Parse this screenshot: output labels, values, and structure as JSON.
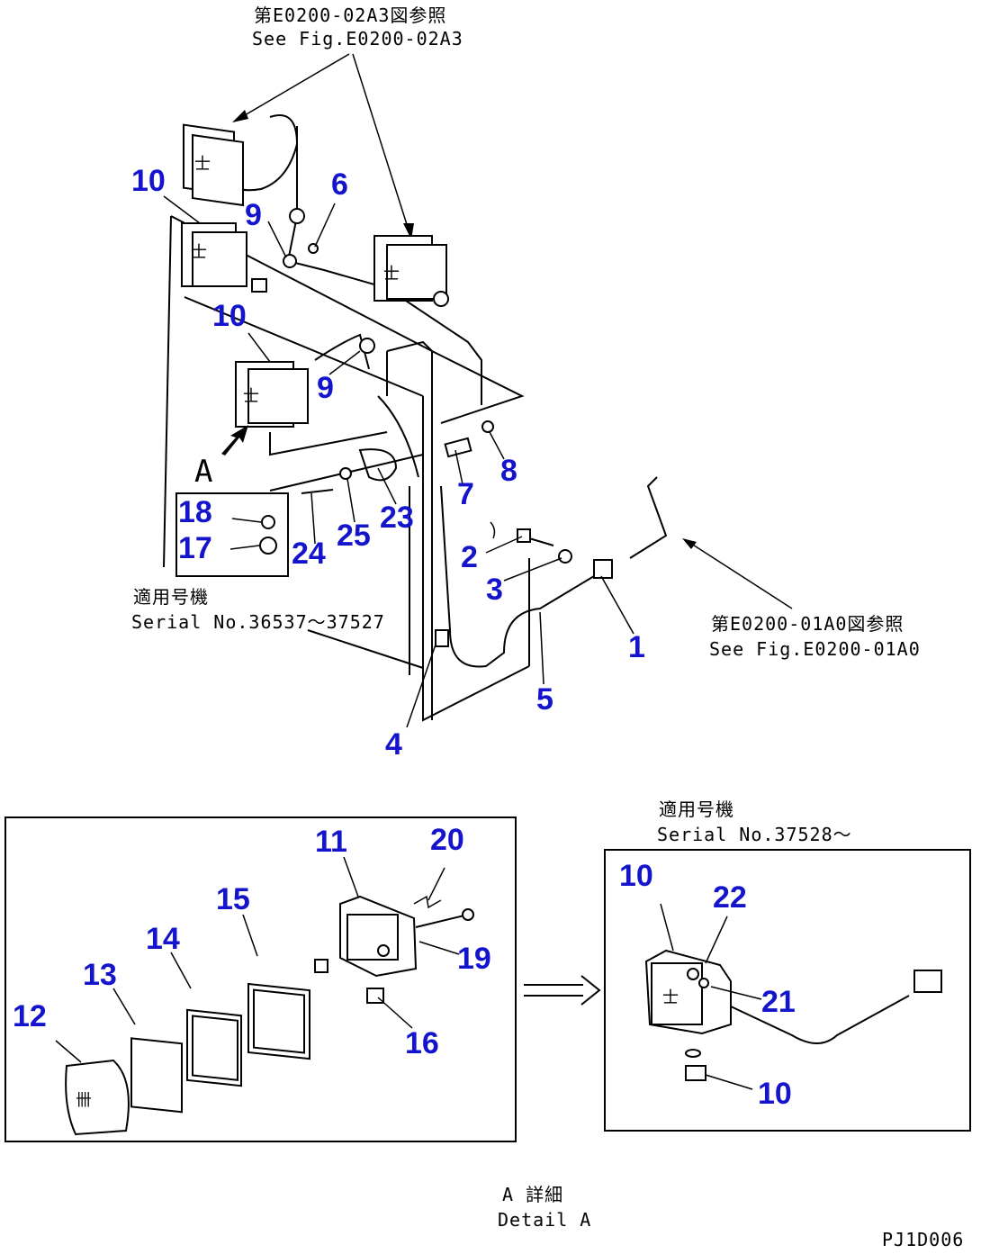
{
  "references": {
    "top_jp": "第E0200-02A3図参照",
    "top_en": "See Fig.E0200-02A3",
    "right_jp": "第E0200-01A0図参照",
    "right_en": "See Fig.E0200-01A0",
    "serial_left_jp": "適用号機",
    "serial_left_en": "Serial No.36537～37527",
    "serial_right_jp": "適用号機",
    "serial_right_en": "Serial No.37528～",
    "detail_jp": "A 詳細",
    "detail_en": "Detail A",
    "view_label": "A",
    "drawing_code": "PJ1D006"
  },
  "callouts": {
    "c10a": "10",
    "c10b": "10",
    "c9a": "9",
    "c9b": "9",
    "c6": "6",
    "c8": "8",
    "c7": "7",
    "c18": "18",
    "c17": "17",
    "c24": "24",
    "c25": "25",
    "c23": "23",
    "c2": "2",
    "c3": "3",
    "c1": "1",
    "c5": "5",
    "c4": "4",
    "c11": "11",
    "c20": "20",
    "c15": "15",
    "c14": "14",
    "c13": "13",
    "c12": "12",
    "c19": "19",
    "c16": "16",
    "c10c": "10",
    "c22": "22",
    "c21": "21",
    "c10d": "10"
  },
  "colors": {
    "callout": "#1414cc",
    "line": "#000000",
    "background": "#ffffff"
  }
}
